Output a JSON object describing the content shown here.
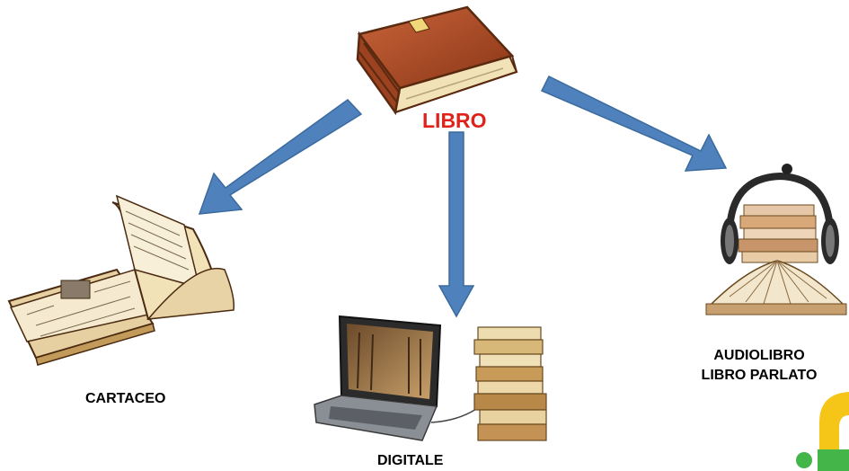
{
  "center": {
    "label": "LIBRO",
    "label_color": "#e0231a"
  },
  "branches": {
    "cartaceo": {
      "label": "CARTACEO"
    },
    "digitale": {
      "label": "DIGITALE"
    },
    "audio": {
      "line1": "AUDIOLIBRO",
      "line2": "LIBRO PARLATO"
    }
  },
  "colors": {
    "arrow_fill": "#4f81bd",
    "arrow_stroke": "#3a6a9e",
    "book_cover": "#b5522b",
    "pages": "#f2e2b8"
  },
  "icons": {
    "center": "closed-book-icon",
    "cartaceo": "open-book-icon",
    "digitale": "laptop-books-icon",
    "audio": "headphones-books-icon",
    "corner": "green-logo-icon"
  }
}
